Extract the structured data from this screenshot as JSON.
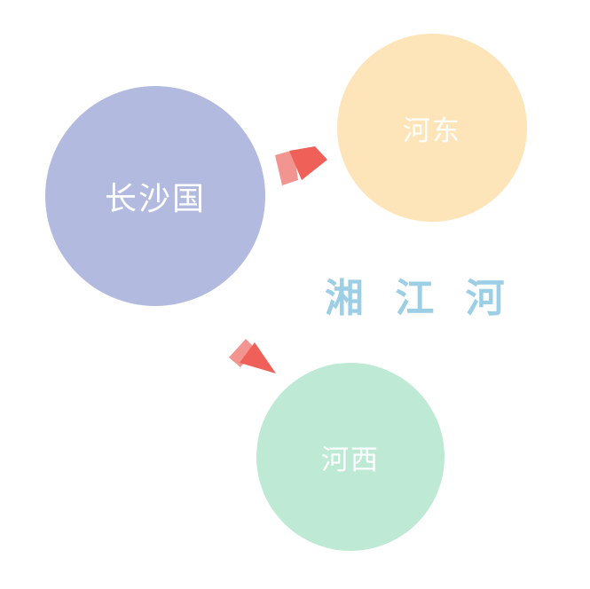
{
  "nodes": {
    "changsha": {
      "label": "长沙国",
      "color": "#b2bbdf"
    },
    "hedong": {
      "label": "河东",
      "color": "#fee4b9"
    },
    "hexi": {
      "label": "河西",
      "color": "#beead5"
    }
  },
  "river": {
    "label": "湘 江 河",
    "color": "#9ccfe6"
  },
  "arrows": {
    "color_light": "#f29490",
    "color_dark": "#ee6058"
  },
  "edges": [
    {
      "from": "changsha",
      "to": "hedong"
    },
    {
      "from": "changsha",
      "to": "hexi"
    }
  ]
}
